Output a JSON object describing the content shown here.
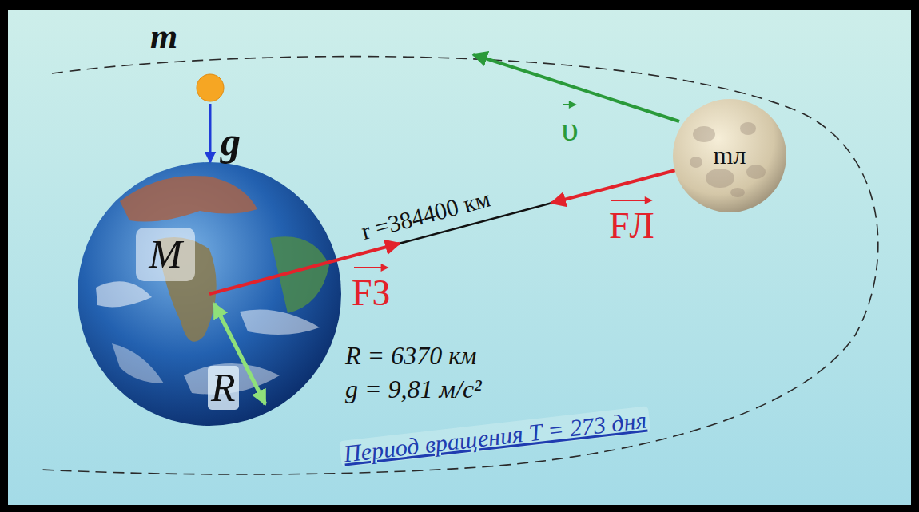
{
  "diagram": {
    "nodes": [
      {
        "text": [
          "M"
        ]
      },
      {
        "text": [
          "mл"
        ]
      }
    ],
    "labels": [
      "m",
      "g",
      "r =384400 км",
      "FЛ",
      "υ",
      "FЗ",
      "R",
      "R = 6370 км",
      "g = 9,81 м/с²",
      "Период вращения T = 273 дня"
    ]
  }
}
